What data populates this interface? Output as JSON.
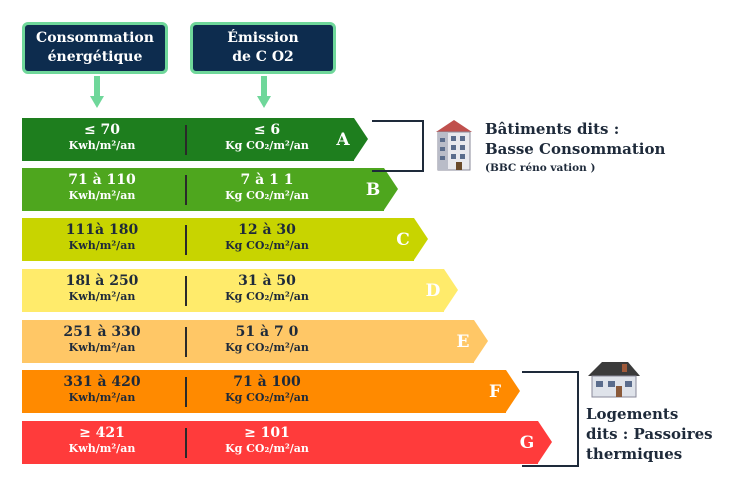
{
  "headers": {
    "consumption": {
      "line1": "Consommation",
      "line2": "énergétique"
    },
    "emission": {
      "line1": "Émission",
      "line2": "de C O2"
    }
  },
  "rows": [
    {
      "letter": "A",
      "consumption": "≤ 70",
      "consumption_unit": "Kwh/m²/an",
      "emission": "≤ 6",
      "emission_unit": "Kg CO₂/m²/an",
      "color": "#1e7e1e",
      "text_color": "#ffffff"
    },
    {
      "letter": "B",
      "consumption": "71 à 110",
      "consumption_unit": "Kwh/m²/an",
      "emission": "7 à 1 1",
      "emission_unit": "Kg CO₂/m²/an",
      "color": "#4ea61e",
      "text_color": "#ffffff"
    },
    {
      "letter": "C",
      "consumption": "111à 180",
      "consumption_unit": "Kwh/m²/an",
      "emission": "12 à 30",
      "emission_unit": "Kg CO₂/m²/an",
      "color": "#c8d400",
      "text_color": "#1e2a3a"
    },
    {
      "letter": "D",
      "consumption": "18l à 250",
      "consumption_unit": "Kwh/m²/an",
      "emission": "31 à 50",
      "emission_unit": "Kg CO₂/m²/an",
      "color": "#ffeb6b",
      "text_color": "#1e2a3a"
    },
    {
      "letter": "E",
      "consumption": "251 à 330",
      "consumption_unit": "Kwh/m²/an",
      "emission": "51 à 7 0",
      "emission_unit": "Kg CO₂/m²/an",
      "color": "#ffc766",
      "text_color": "#1e2a3a"
    },
    {
      "letter": "F",
      "consumption": "331 à 420",
      "consumption_unit": "Kwh/m²/an",
      "emission": "71 à 100",
      "emission_unit": "Kg CO₂/m²/an",
      "color": "#ff8a00",
      "text_color": "#1e2a3a"
    },
    {
      "letter": "G",
      "consumption": "≥ 421",
      "consumption_unit": "Kwh/m²/an",
      "emission": "≥ 101",
      "emission_unit": "Kg CO₂/m²/an",
      "color": "#ff3b3b",
      "text_color": "#ffffff"
    }
  ],
  "labels": {
    "bbc_line1": "Bâtiments dits :",
    "bbc_line2": "Basse Consommation",
    "bbc_note": "(BBC réno vation )",
    "passoire_line1": "Logements",
    "passoire_line2": "dits : Passoires",
    "passoire_line3": "thermiques"
  },
  "icons": {
    "building": "apartment-building-icon",
    "house": "house-icon"
  },
  "colors": {
    "header_bg": "#0d2c4e",
    "header_border": "#6fd79a",
    "arrow": "#6fd79a",
    "text_dark": "#1e2a3a"
  }
}
